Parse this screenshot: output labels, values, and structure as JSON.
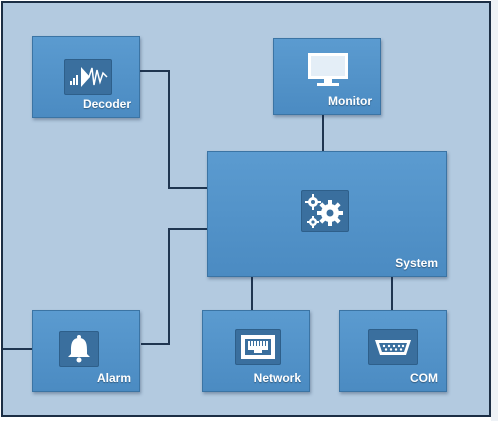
{
  "modules": {
    "decoder": {
      "label": "Decoder",
      "icon": "signal-waveform-icon"
    },
    "monitor": {
      "label": "Monitor",
      "icon": "monitor-icon"
    },
    "system": {
      "label": "System",
      "icon": "gears-icon"
    },
    "alarm": {
      "label": "Alarm",
      "icon": "bell-icon"
    },
    "network": {
      "label": "Network",
      "icon": "ethernet-port-icon"
    },
    "com": {
      "label": "COM",
      "icon": "serial-port-icon"
    }
  },
  "colors": {
    "background": "#b3cae0",
    "tile": "#5192c9",
    "connector": "#1f3550",
    "border": "#1c2e44"
  }
}
